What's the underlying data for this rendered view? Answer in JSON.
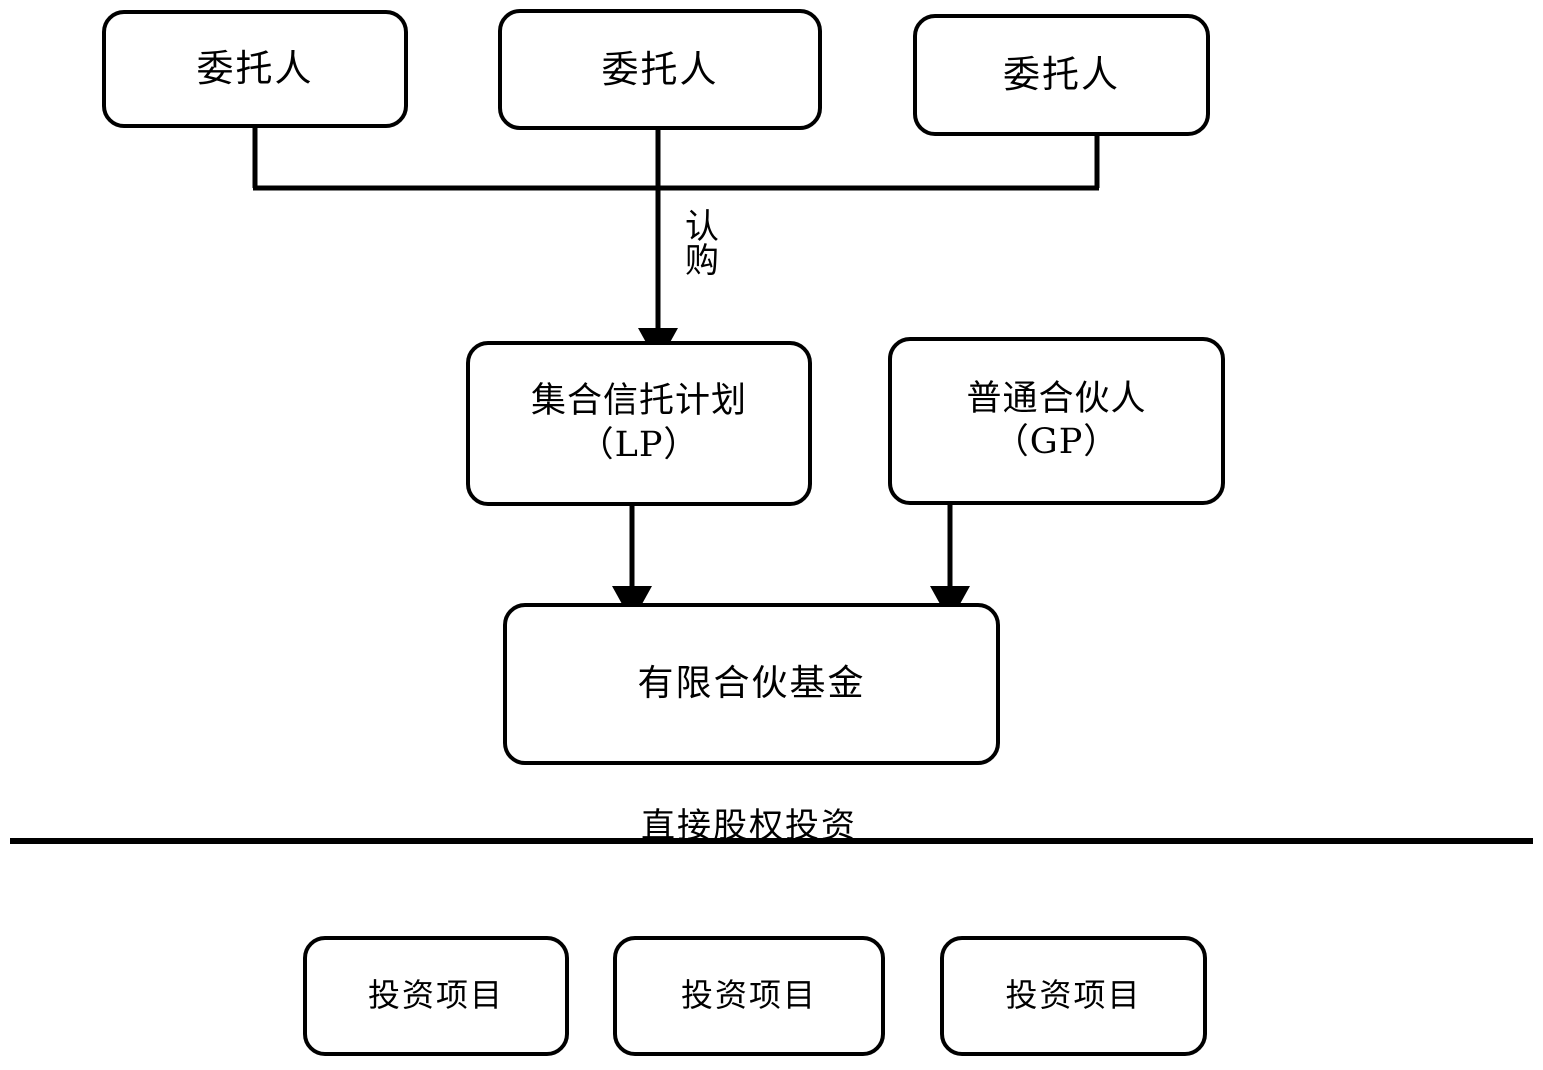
{
  "diagram": {
    "title_label": "直接股权投资",
    "stroke_color": "#000000",
    "background_color": "#ffffff",
    "tiers": {
      "settlors": {
        "label": "委托人",
        "nodes": [
          {
            "label": "委托人"
          },
          {
            "label": "委托人"
          },
          {
            "label": "委托人"
          }
        ]
      },
      "vehicles": {
        "trust_plan": {
          "line1": "集合信托计划",
          "line2": "（LP）"
        },
        "general_partner": {
          "line1": "普通合伙人",
          "line2": "（GP）"
        }
      },
      "fund": {
        "label": "有限合伙基金"
      },
      "projects": {
        "nodes": [
          {
            "label": "投资项目"
          },
          {
            "label": "投资项目"
          },
          {
            "label": "投资项目"
          }
        ]
      }
    },
    "edges": {
      "subscription_label": "认购"
    }
  }
}
